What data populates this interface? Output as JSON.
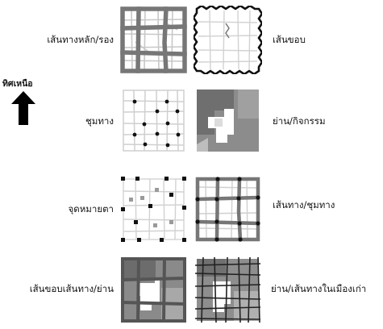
{
  "compass": {
    "label": "ทิศเหนือ"
  },
  "labels": {
    "main_roads": "เส้นทางหลัก/รอง",
    "edges": "เส้นขอบ",
    "nodes": "ชุมทาง",
    "districts": "ย่าน/กิจกรรม",
    "landmarks": "จุดหมายตา",
    "paths_nodes": "เส้นทาง/ชุมทาง",
    "edges_paths_districts": "เส้นขอบเส้นทาง/ย่าน",
    "districts_old_town_paths": "ย่าน/เส้นทางในเมืองเก่า"
  },
  "colors": {
    "road_dark": "#777777",
    "road_light": "#c8c8c8",
    "district_fill": "#8a8a8a",
    "node_dot": "#111111",
    "edge_line": "#111111"
  }
}
